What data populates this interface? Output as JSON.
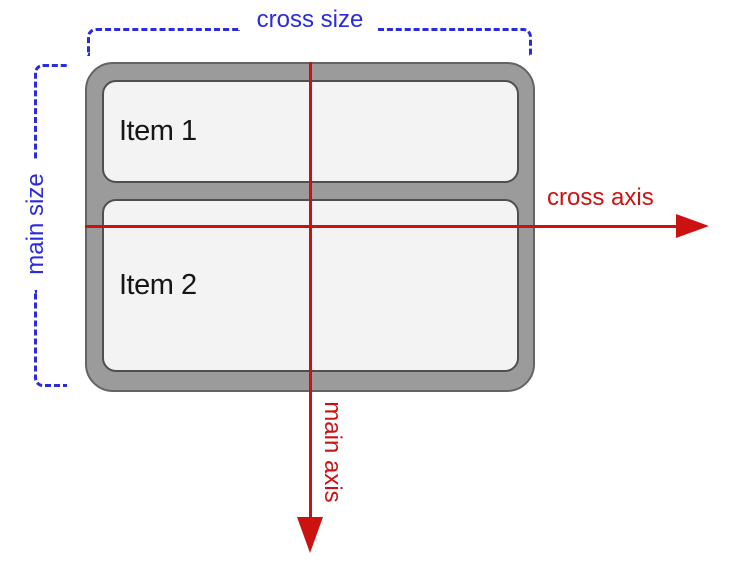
{
  "labels": {
    "cross_size": "cross size",
    "main_size": "main size",
    "cross_axis": "cross axis",
    "main_axis": "main axis"
  },
  "container": {
    "items": [
      {
        "label": "Item 1"
      },
      {
        "label": "Item 2"
      }
    ]
  },
  "colors": {
    "measure-blue": "#2a2ae0",
    "axis-red": "#cc1111",
    "container-fill": "#9b9b9b",
    "container-border": "#646464",
    "item-fill": "#f3f3f3",
    "item-border": "#4f4f4f"
  }
}
